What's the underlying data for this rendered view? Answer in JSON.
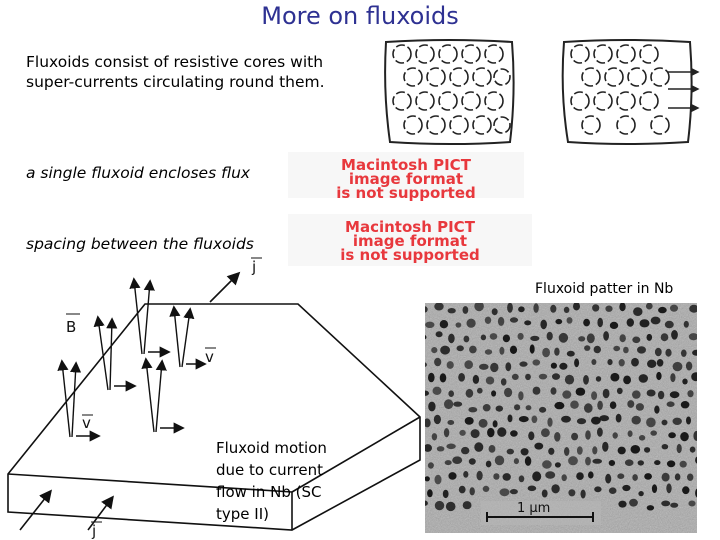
{
  "title": "More on fluxoids",
  "intro_text": "Fluxoids consist of resistive cores with super-currents circulating round them.",
  "single_fluxoid_text": "a single fluxoid encloses flux",
  "spacing_text": "spacing between the fluxoids",
  "pict_placeholder": {
    "line1": "Macintosh PICT",
    "line2": "image format",
    "line3": "is not supported",
    "color": "#e8383d"
  },
  "nb_caption": "Fluxoid patter in Nb",
  "scale_bar_label": "1 μm",
  "motion_caption": "Fluxoid motion due to current flow in Nb (SC type II)",
  "diagram_labels": {
    "B": "B",
    "v": "v",
    "j": "j"
  },
  "title_color": "#2e3192"
}
